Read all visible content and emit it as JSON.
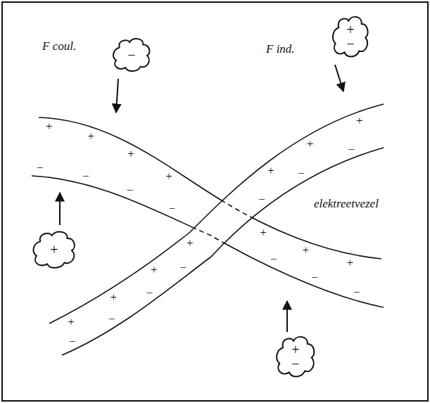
{
  "diagram": {
    "nodes": [
      {
        "text": [
          "−"
        ]
      },
      {
        "text": [
          "+",
          "−"
        ]
      },
      {
        "text": [
          "+"
        ]
      },
      {
        "text": [
          "+",
          "−"
        ]
      }
    ],
    "labels": [
      "F coul.",
      "F ind.",
      "elektreetvezel",
      "+",
      "+",
      "+",
      "+",
      "+",
      "+",
      "+",
      "−",
      "−",
      "−",
      "−",
      "−",
      "−",
      "−",
      "+",
      "+",
      "+",
      "+",
      "+",
      "+",
      "+",
      "−",
      "−",
      "−",
      "−",
      "−",
      "−",
      "−"
    ]
  }
}
